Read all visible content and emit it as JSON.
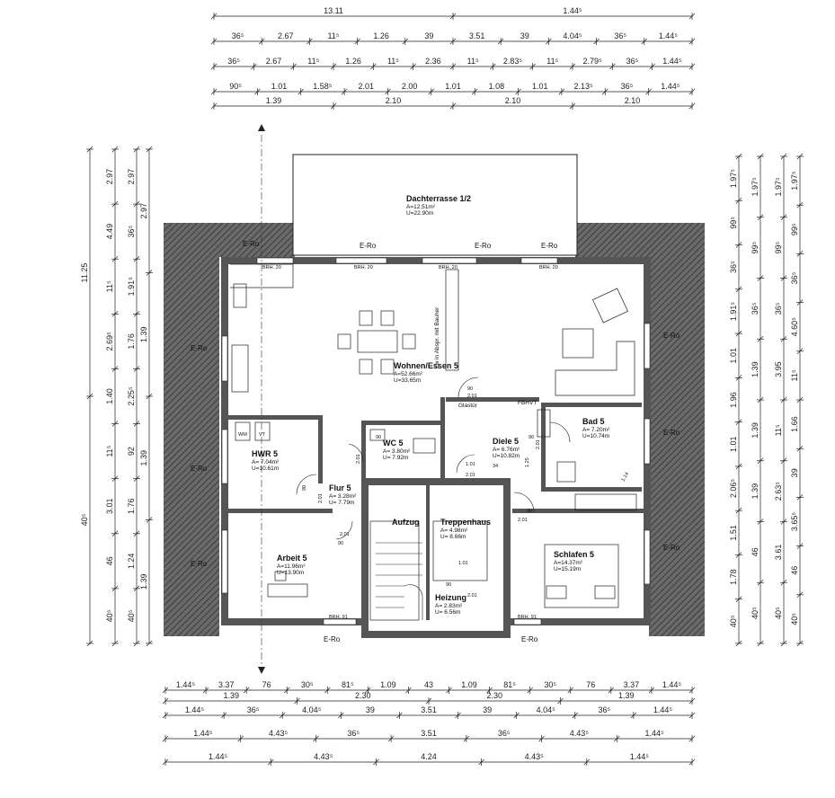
{
  "dims_top": [
    {
      "row": 0,
      "values": [
        "13.11",
        "1.44⁵"
      ]
    },
    {
      "row": 1,
      "values": [
        "36⁵",
        "2.67",
        "11⁵",
        "1.26",
        "39",
        "3.51",
        "39",
        "4.04⁵",
        "36⁵",
        "1.44⁵"
      ]
    },
    {
      "row": 2,
      "values": [
        "36⁵",
        "2.67",
        "11⁵",
        "1.26",
        "11⁵",
        "2.36",
        "11⁵",
        "2.83⁵",
        "11⁵",
        "2.79⁵",
        "36⁵",
        "1.44⁵"
      ]
    },
    {
      "row": 3,
      "values": [
        "90⁵",
        "1.01",
        "1.58⁵",
        "2.01",
        "2.00",
        "1.01",
        "1.08",
        "1.01",
        "2.13⁵",
        "36⁵",
        "1.44⁵"
      ]
    },
    {
      "row": 4,
      "values": [
        "1.39",
        "2.10",
        "2.10",
        "2.10"
      ]
    }
  ],
  "dims_bottom": [
    {
      "row": 0,
      "values": [
        "1.44⁵",
        "3.37",
        "76",
        "30⁵",
        "81⁵",
        "1.09",
        "43",
        "1.09",
        "81⁵",
        "30⁵",
        "76",
        "3.37",
        "1.44⁵"
      ]
    },
    {
      "row": 1,
      "values": [
        "1.39",
        "2.30",
        "2.30",
        "1.39"
      ]
    },
    {
      "row": 2,
      "values": [
        "1.44⁵",
        "36⁵",
        "4.04⁵",
        "39",
        "3.51",
        "39",
        "4.04⁵",
        "36⁵",
        "1.44⁵"
      ]
    },
    {
      "row": 3,
      "values": [
        "1.44⁵",
        "4.43⁵",
        "36⁵",
        "3.51",
        "36⁵",
        "4.43⁵",
        "1.44⁵"
      ]
    },
    {
      "row": 4,
      "values": [
        "1.44⁵",
        "4.43⁵",
        "4.24",
        "4.43⁵",
        "1.44⁵"
      ]
    }
  ],
  "dims_left": [
    {
      "col": 0,
      "values": [
        "11.25",
        "40⁵"
      ]
    },
    {
      "col": 1,
      "values": [
        "2.97",
        "4.49",
        "11⁵",
        "2.69⁵",
        "1.40",
        "11⁵",
        "3.01",
        "46",
        "40⁵"
      ]
    },
    {
      "col": 2,
      "values": [
        "2.97",
        "36⁵",
        "1.91⁵",
        "1.76",
        "2.25⁵",
        "92",
        "1.76",
        "1.24",
        "40⁵"
      ]
    },
    {
      "col": 3,
      "values": [
        "2.97",
        "1.39",
        "1.39",
        "1.39"
      ]
    }
  ],
  "dims_right": [
    {
      "col": 0,
      "values": [
        "1.97⁵",
        "99⁵",
        "36⁵",
        "1.91⁵",
        "1.01",
        "1.96",
        "1.01",
        "2.06⁵",
        "1.51",
        "1.78",
        "40⁵"
      ]
    },
    {
      "col": 1,
      "values": [
        "1.97⁵",
        "99⁵",
        "36⁵",
        "1.39",
        "1.39",
        "1.39",
        "46",
        "40⁵"
      ]
    },
    {
      "col": 2,
      "values": [
        "1.97⁵",
        "99⁵",
        "36⁵",
        "3.95",
        "11⁵",
        "2.63⁵",
        "3.61",
        "40⁵"
      ]
    },
    {
      "col": 3,
      "values": [
        "1.97⁵",
        "99⁵",
        "36⁵",
        "4.60⁵",
        "11⁵",
        "1.66",
        "39",
        "3.65⁵",
        "46",
        "40⁵"
      ]
    }
  ],
  "rooms": [
    {
      "name": "Dachterrasse 1/2",
      "area": "A=12.51m²",
      "perim": "U=22.90m"
    },
    {
      "name": "Wohnen/Essen 5",
      "area": "A=52.66m²",
      "perim": "U=33.65m"
    },
    {
      "name": "Bad 5",
      "area": "A= 7.20m²",
      "perim": "U=10.74m"
    },
    {
      "name": "HWR 5",
      "area": "A= 7.04m²",
      "perim": "U=10.61m"
    },
    {
      "name": "WC 5",
      "area": "A= 3.80m²",
      "perim": "U= 7.92m"
    },
    {
      "name": "Diele 5",
      "area": "A= 6.76m²",
      "perim": "U=10.82m"
    },
    {
      "name": "Flur 5",
      "area": "A= 3.28m²",
      "perim": "U= 7.79m"
    },
    {
      "name": "Aufzug",
      "area": "",
      "perim": ""
    },
    {
      "name": "Treppenhaus",
      "area": "A= 4.98m²",
      "perim": "U= 8.66m"
    },
    {
      "name": "Arbeit 5",
      "area": "A=11.96m²",
      "perim": "U=13.90m"
    },
    {
      "name": "Schlafen 5",
      "area": "A=14.37m²",
      "perim": "U=15.19m"
    },
    {
      "name": "Heizung",
      "area": "A= 2.83m²",
      "perim": "U= 6.56m"
    }
  ],
  "labels": {
    "ero": "E-Ro",
    "wm": "WM",
    "vt": "VT",
    "glastuer": "Glastür",
    "fbhvt": "FBHVT",
    "lw": "Lw in Abspr. mit Bauher",
    "brh": "BRH. 20",
    "brh91": "BRH. 91"
  },
  "door_dims": {
    "wc": [
      "90",
      "2.01"
    ],
    "hwr": [
      "90",
      "2.01"
    ],
    "glas": [
      "90",
      "2.01"
    ],
    "diele": [
      "1.01",
      "2.01"
    ],
    "bad": [
      "90",
      "2.01"
    ],
    "flur": [
      "90",
      "2.01"
    ],
    "schlafen": [
      "90",
      "2.01"
    ],
    "heizung": [
      "90",
      "2.01"
    ],
    "misc": [
      "1.25",
      "1.01",
      "34",
      "1.14"
    ]
  }
}
